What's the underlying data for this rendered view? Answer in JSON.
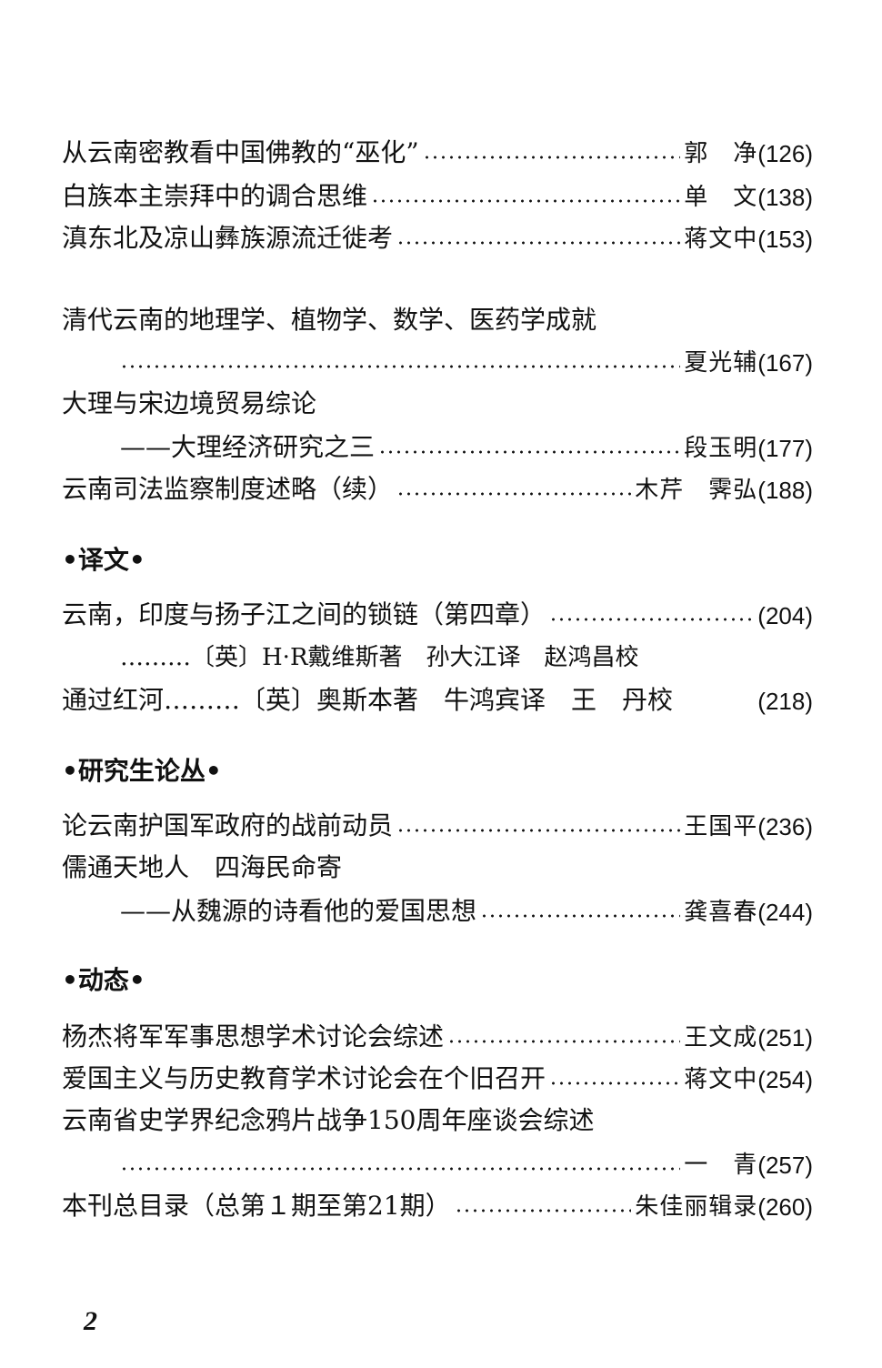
{
  "entries_top": [
    {
      "title": "从云南密教看中国佛教的“巫化”",
      "author": "郭　净",
      "page": "(126)"
    },
    {
      "title": "白族本主崇拜中的调合思维",
      "author": "单　文",
      "page": "(138)"
    },
    {
      "title": "滇东北及凉山彝族源流迁徙考",
      "author": "蒋文中",
      "page": "(153)"
    }
  ],
  "entries_mid": [
    {
      "title": "清代云南的地理学、植物学、数学、医药学成就"
    },
    {
      "title": "",
      "author": "夏光辅",
      "page": "(167)"
    },
    {
      "title": "大理与宋边境贸易综论"
    },
    {
      "title": "——大理经济研究之三",
      "author": "段玉明",
      "page": "(177)"
    },
    {
      "title": "云南司法监察制度述略（续）",
      "author": "木芹　霁弘",
      "page": "(188)"
    }
  ],
  "sections": {
    "translation": "•译文•",
    "graduate": "•研究生论丛•",
    "news": "•动态•"
  },
  "translation_entries": [
    {
      "title": "云南，印度与扬子江之间的锁链（第四章）",
      "author": "",
      "page": "(204)"
    },
    {
      "credit": "………〔英〕H·R戴维斯著　孙大江译　赵鸿昌校"
    },
    {
      "title": "通过红河………〔英〕奥斯本著　牛鸿宾译　王　丹校",
      "page": "(218)"
    }
  ],
  "graduate_entries": [
    {
      "title": "论云南护国军政府的战前动员",
      "author": "王国平",
      "page": "(236)"
    },
    {
      "title": "儒通天地人　四海民命寄"
    },
    {
      "title": "——从魏源的诗看他的爱国思想",
      "author": "龚喜春",
      "page": "(244)"
    }
  ],
  "news_entries": [
    {
      "title": "杨杰将军军事思想学术讨论会综述",
      "author": "王文成",
      "page": "(251)"
    },
    {
      "title": "爱国主义与历史教育学术讨论会在个旧召开",
      "author": "蒋文中",
      "page": "(254)"
    },
    {
      "title": "云南省史学界纪念鸦片战争150周年座谈会综述"
    },
    {
      "title": "",
      "author": "一　青",
      "page": "(257)"
    },
    {
      "title": "本刊总目录（总第１期至第21期）",
      "author": "朱佳丽辑录",
      "page": "(260)"
    }
  ],
  "folio": "2"
}
